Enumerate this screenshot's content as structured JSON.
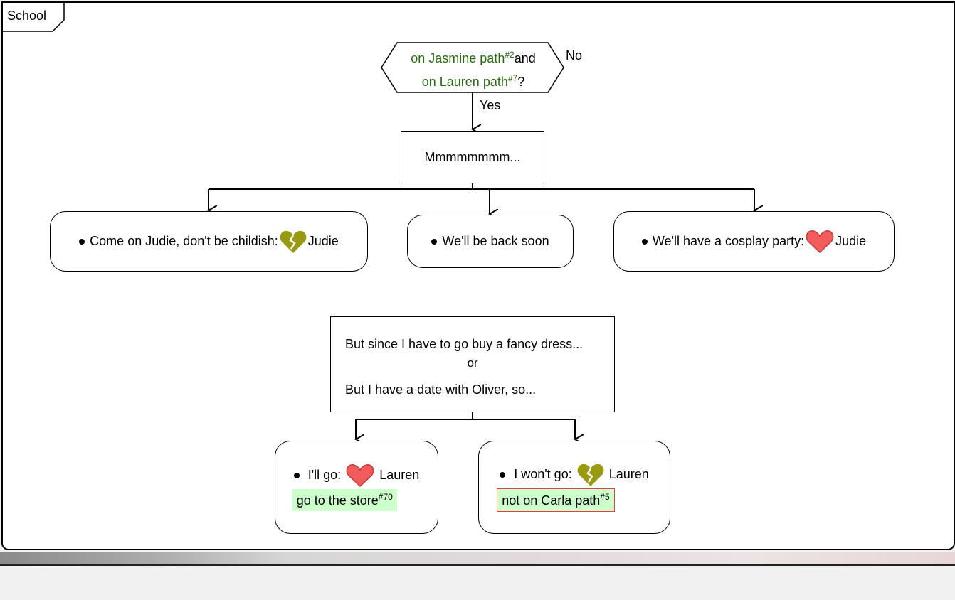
{
  "frame": {
    "title": "School"
  },
  "decision": {
    "line1_text": "on Jasmine path",
    "line1_ref": "#2",
    "line1_and": "and",
    "line2_text": "on Lauren path",
    "line2_ref": "#7",
    "line2_q": "?",
    "no_label": "No",
    "yes_label": "Yes"
  },
  "activity_main": "Mmmmmmmm...",
  "choices_top": [
    {
      "text": "Come on Judie, don't be childish:",
      "icon": "broken-heart-icon",
      "target": "Judie"
    },
    {
      "text": "We'll be back soon"
    },
    {
      "text": "We'll have a cosplay party:",
      "icon": "heart-icon",
      "target": "Judie"
    }
  ],
  "split_box": {
    "option1": "But since I have to go buy a fancy dress...",
    "separator": "or",
    "option2": "But I have a date with Oliver, so..."
  },
  "choices_bottom": [
    {
      "text": "I'll go:",
      "icon": "heart-icon",
      "target": "Lauren",
      "tag_text": "go to the store",
      "tag_ref": "#70"
    },
    {
      "text": "I won't go:",
      "icon": "broken-heart-icon",
      "target": "Lauren",
      "tag_text": "not on Carla path",
      "tag_ref": "#5"
    }
  ],
  "colors": {
    "heart": "#f25c5c",
    "broken_heart": "#9a9a12",
    "condition_text": "#2b6a12",
    "tag_bg": "#ccffcc",
    "tag_border": "#e04040"
  }
}
